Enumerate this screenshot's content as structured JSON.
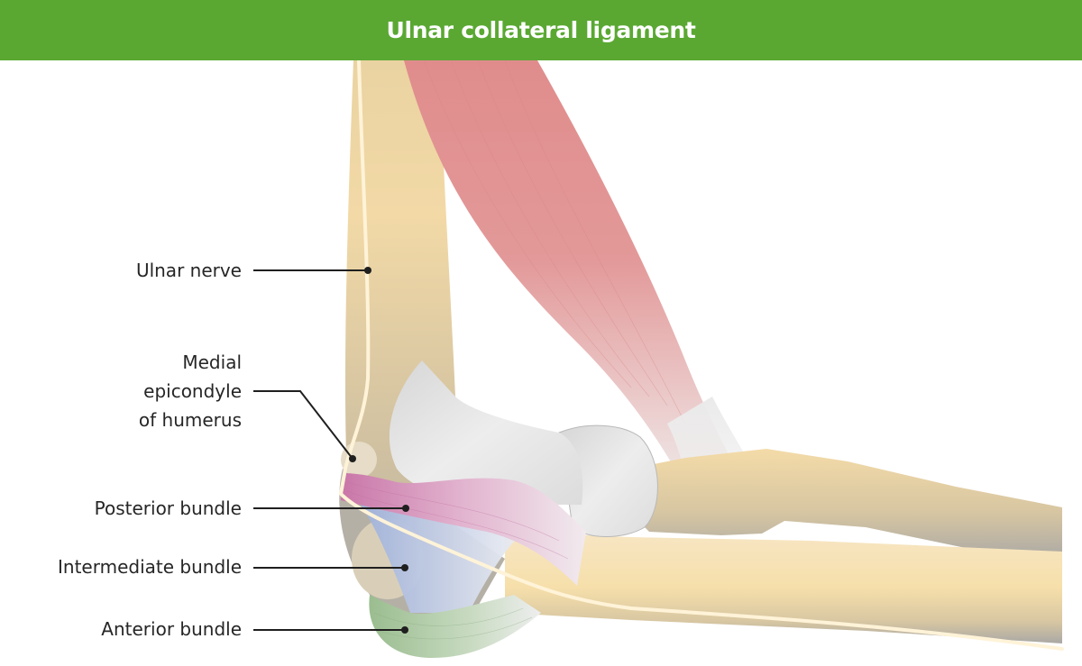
{
  "header": {
    "title": "Ulnar collateral ligament",
    "background_color": "#5aa832",
    "text_color": "#ffffff"
  },
  "labels": [
    {
      "id": "ulnar-nerve",
      "text": "Ulnar nerve"
    },
    {
      "id": "medial-epicondyle",
      "lines": [
        "Medial",
        "epicondyle",
        "of humerus"
      ]
    },
    {
      "id": "posterior-bundle",
      "text": "Posterior bundle"
    },
    {
      "id": "intermediate-bundle",
      "text": "Intermediate bundle"
    },
    {
      "id": "anterior-bundle",
      "text": "Anterior bundle"
    }
  ],
  "colors": {
    "bone": "#ecd7a8",
    "bone_shadow": "#b8b1a2",
    "nerve": "#fff4dc",
    "muscle": "#e08c8c",
    "capsule": "#e6e6e6",
    "posterior_bundle": "#c977a8",
    "intermediate_bundle": "#a9b9dc",
    "anterior_bundle": "#9cbf92",
    "leader_line": "#1f1f1f"
  }
}
